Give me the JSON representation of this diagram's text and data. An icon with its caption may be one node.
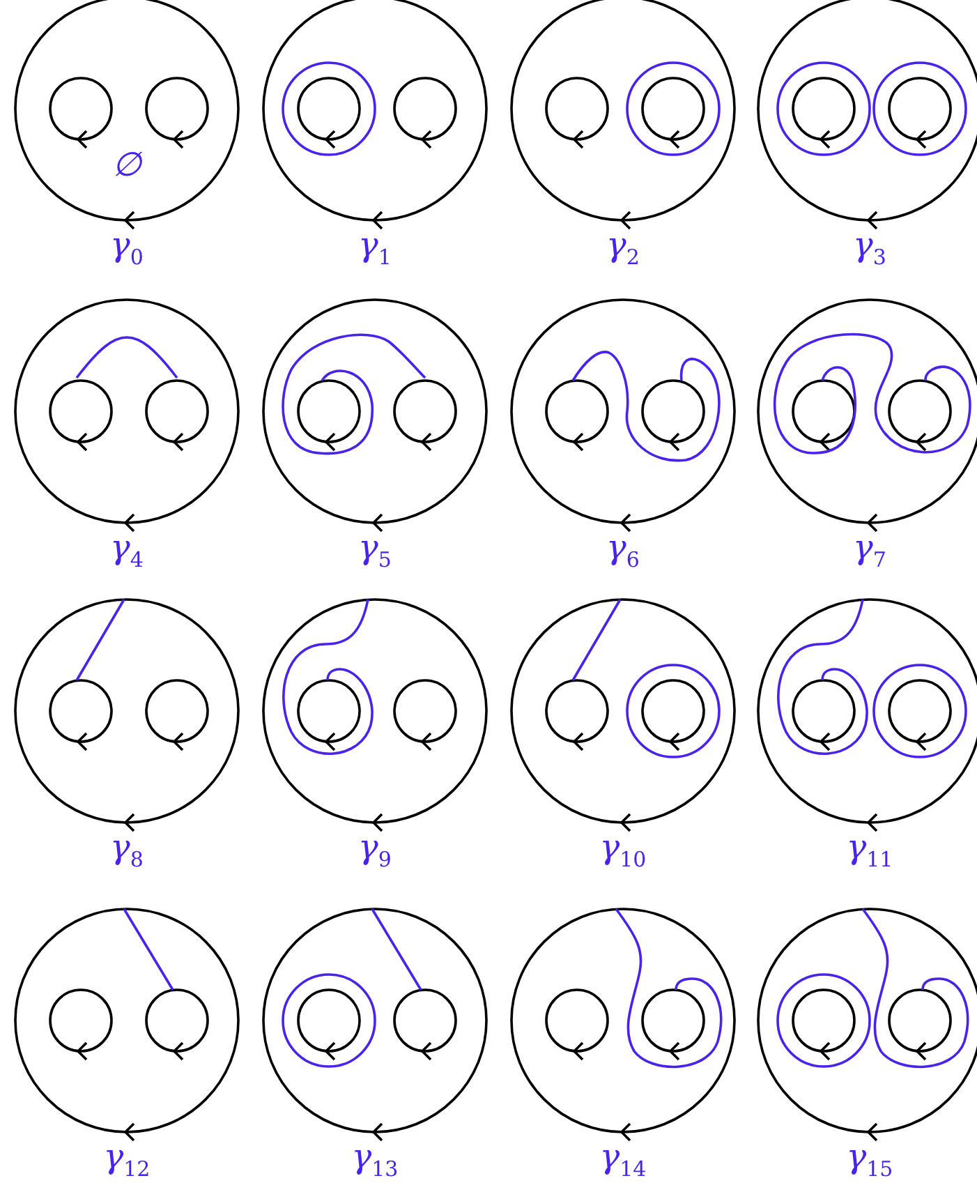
{
  "diagram": {
    "labels": [
      "∅",
      "γ$_{0}$",
      "γ$_{1}$",
      "γ$_{2}$",
      "γ$_{3}$",
      "γ$_{4}$",
      "γ$_{5}$",
      "γ$_{6}$",
      "γ$_{7}$",
      "γ$_{8}$",
      "γ$_{9}$",
      "γ$_{10}$",
      "γ$_{11}$",
      "γ$_{12}$",
      "γ$_{13}$",
      "γ$_{14}$",
      "γ$_{15}$"
    ]
  }
}
